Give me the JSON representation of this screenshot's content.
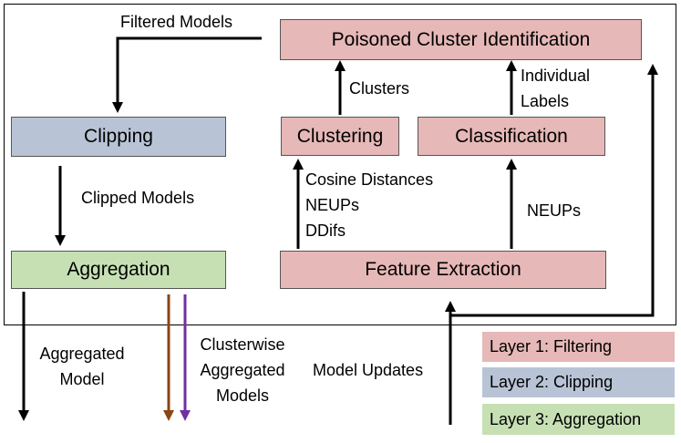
{
  "boxes": {
    "poisoned_cluster_identification": "Poisoned Cluster Identification",
    "clipping": "Clipping",
    "clustering": "Clustering",
    "classification": "Classification",
    "aggregation": "Aggregation",
    "feature_extraction": "Feature Extraction"
  },
  "edge_labels": {
    "filtered_models": "Filtered Models",
    "clusters": "Clusters",
    "individual_labels": [
      "Individual",
      "Labels"
    ],
    "clipped_models": "Clipped Models",
    "clustering_features": [
      "Cosine Distances",
      "NEUPs",
      "DDifs"
    ],
    "neups": "NEUPs",
    "aggregated_model": [
      "Aggregated",
      "Model"
    ],
    "clusterwise_aggregated_models": [
      "Clusterwise",
      "Aggregated",
      "Models"
    ],
    "model_updates": "Model Updates"
  },
  "legend": [
    {
      "label": "Layer 1: Filtering",
      "color": "#e6b8b7"
    },
    {
      "label": "Layer 2: Clipping",
      "color": "#b8c4d6"
    },
    {
      "label": "Layer 3: Aggregation",
      "color": "#c6e0b4"
    }
  ],
  "colors": {
    "filtering": "#e6b8b7",
    "clipping": "#b8c4d6",
    "aggregation": "#c6e0b4",
    "brown_arrow": "#8b4513",
    "purple_arrow": "#7030a0",
    "black_arrow": "#000000"
  }
}
